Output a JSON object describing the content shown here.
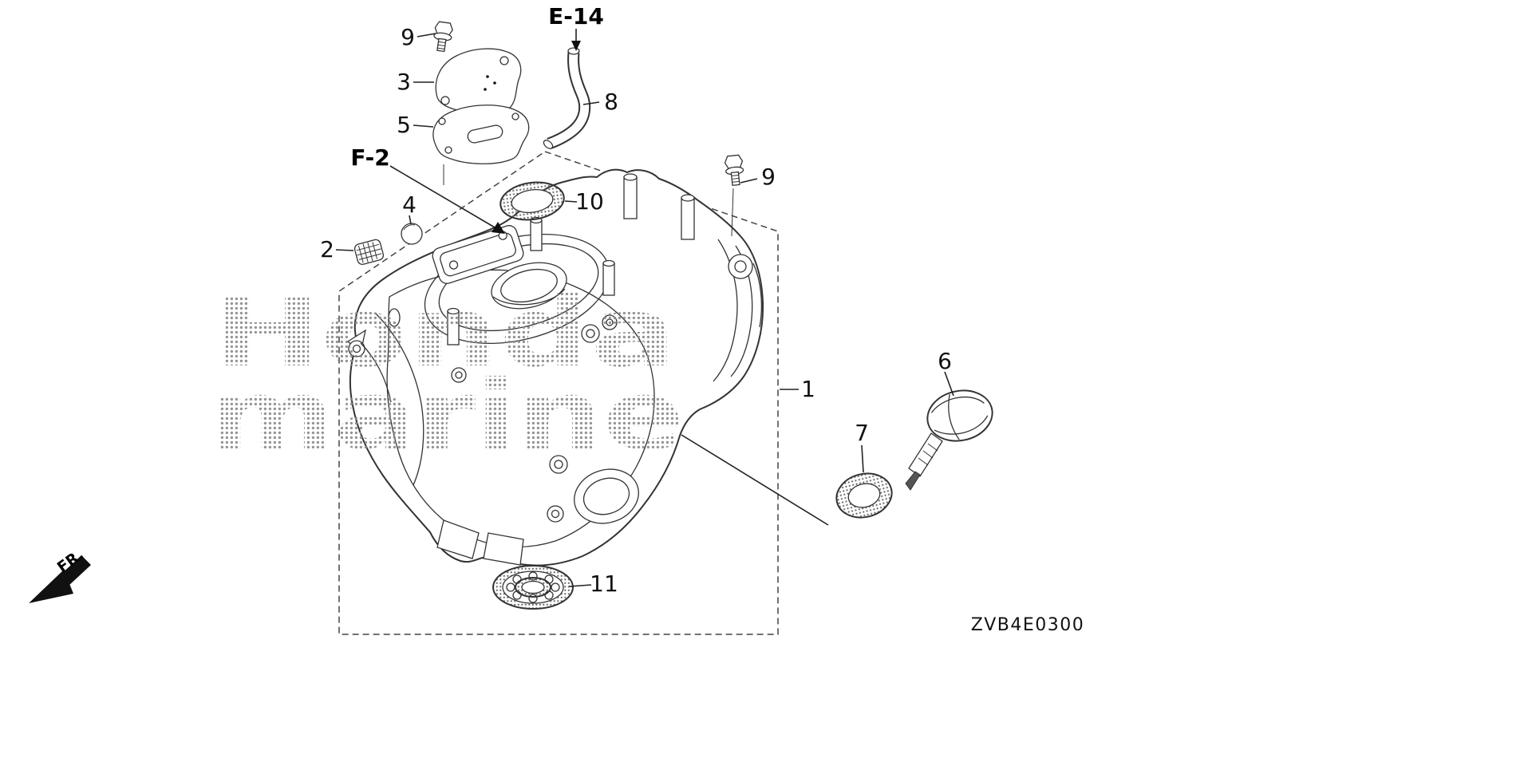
{
  "diagram": {
    "part_code": "ZVB4E0300",
    "fr_label": "FR.",
    "watermark": {
      "line1": "Honda",
      "line2": "marine"
    },
    "refs": {
      "e14": "E-14",
      "f2": "F-2"
    },
    "callouts": [
      "9",
      "3",
      "5",
      "8",
      "4",
      "2",
      "10",
      "9",
      "1",
      "6",
      "7",
      "11"
    ],
    "colors": {
      "background": "#ffffff",
      "line": "#333333",
      "label": "#111111",
      "watermark_dots": "#8a8a8a"
    }
  }
}
